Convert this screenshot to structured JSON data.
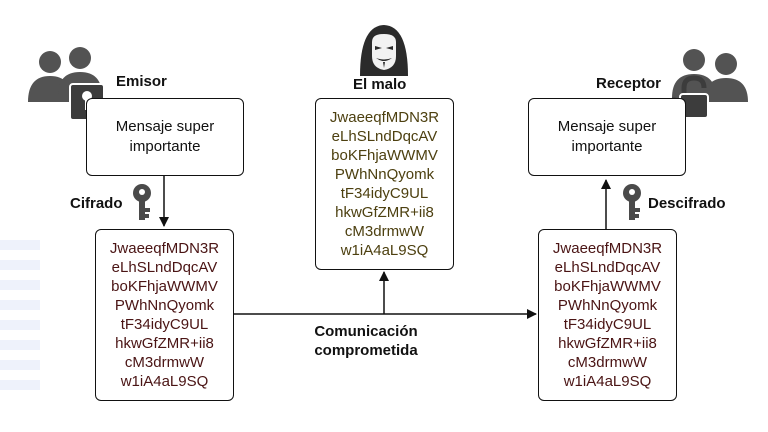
{
  "sender": {
    "label": "Emisor",
    "message_lines": [
      "Mensaje super",
      "importante"
    ],
    "icon": "users-lock-icon"
  },
  "attacker": {
    "label": "El malo",
    "icon": "hacker-mask-icon",
    "intercepted_lines": [
      "JwaeeqfMDN3R",
      "eLhSLndDqcAV",
      "boKFhjaWWMV",
      "PWhNnQyomk",
      "tF34idyC9UL",
      "hkwGfZMR+ii8",
      "cM3drmwW",
      "w1iA4aL9SQ"
    ]
  },
  "receiver": {
    "label": "Receptor",
    "message_lines": [
      "Mensaje super",
      "importante"
    ],
    "icon": "users-unlocked-icon"
  },
  "steps": {
    "encrypt": "Cifrado",
    "decrypt": "Descifrado",
    "channel_line1": "Comunicación",
    "channel_line2": "comprometida"
  },
  "ciphertext_sent": [
    "JwaeeqfMDN3R",
    "eLhSLndDqcAV",
    "boKFhjaWWMV",
    "PWhNnQyomk",
    "tF34idyC9UL",
    "hkwGfZMR+ii8",
    "cM3drmwW",
    "w1iA4aL9SQ"
  ],
  "ciphertext_received": [
    "JwaeeqfMDN3R",
    "eLhSLndDqcAV",
    "boKFhjaWWMV",
    "PWhNnQyomk",
    "tF34idyC9UL",
    "hkwGfZMR+ii8",
    "cM3drmwW",
    "w1iA4aL9SQ"
  ],
  "colors": {
    "people": "#535353",
    "cipher_text": "#4a1414",
    "attacker_text": "#4d4010"
  }
}
